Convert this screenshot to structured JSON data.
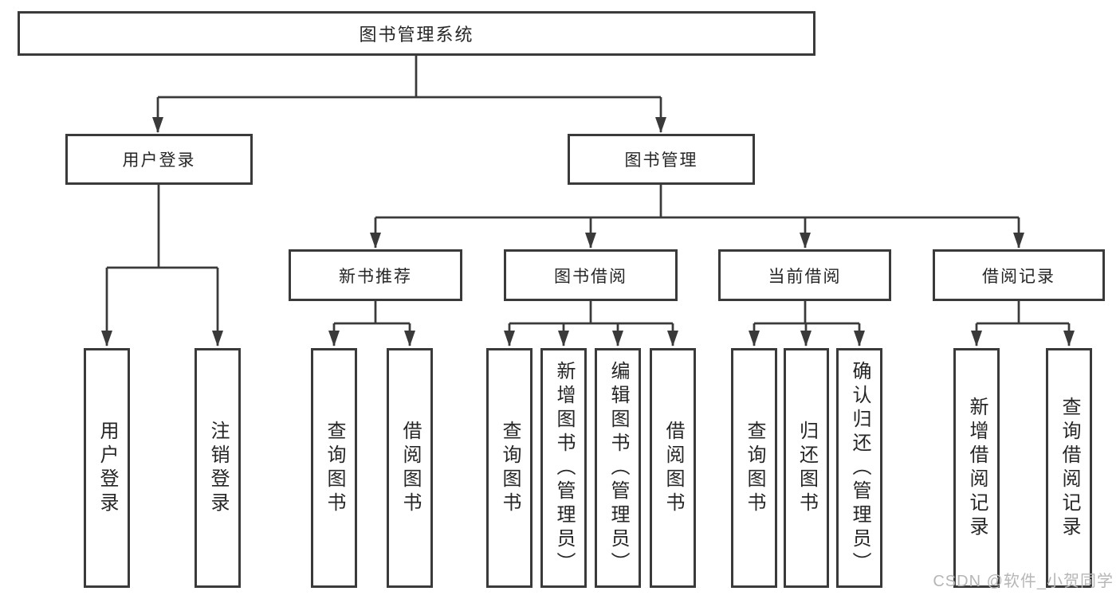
{
  "nodes": {
    "root": "图书管理系统",
    "user_login": "用户登录",
    "book_mgmt": "图书管理",
    "new_books": "新书推荐",
    "book_borrow": "图书借阅",
    "current_borrow": "当前借阅",
    "borrow_records": "借阅记录",
    "leaf_user_login": "用户登录",
    "leaf_logout": "注销登录",
    "leaf_nb_search": "查询图书",
    "leaf_nb_borrow": "借阅图书",
    "leaf_bb_search": "查询图书",
    "leaf_bb_add": "新增图书（管理员）",
    "leaf_bb_edit": "编辑图书（管理员）",
    "leaf_bb_borrow": "借阅图书",
    "leaf_cb_search": "查询图书",
    "leaf_cb_return": "归还图书",
    "leaf_cb_confirm": "确认归还（管理员）",
    "leaf_br_add": "新增借阅记录",
    "leaf_br_search": "查询借阅记录"
  },
  "watermark": {
    "text": "CSDN @软件_小贺同学",
    "color": "#b6b6b6"
  },
  "colors": {
    "line": "#3a3a3a",
    "box_border": "#3a3a3a",
    "text": "#262626",
    "background": "#ffffff"
  }
}
